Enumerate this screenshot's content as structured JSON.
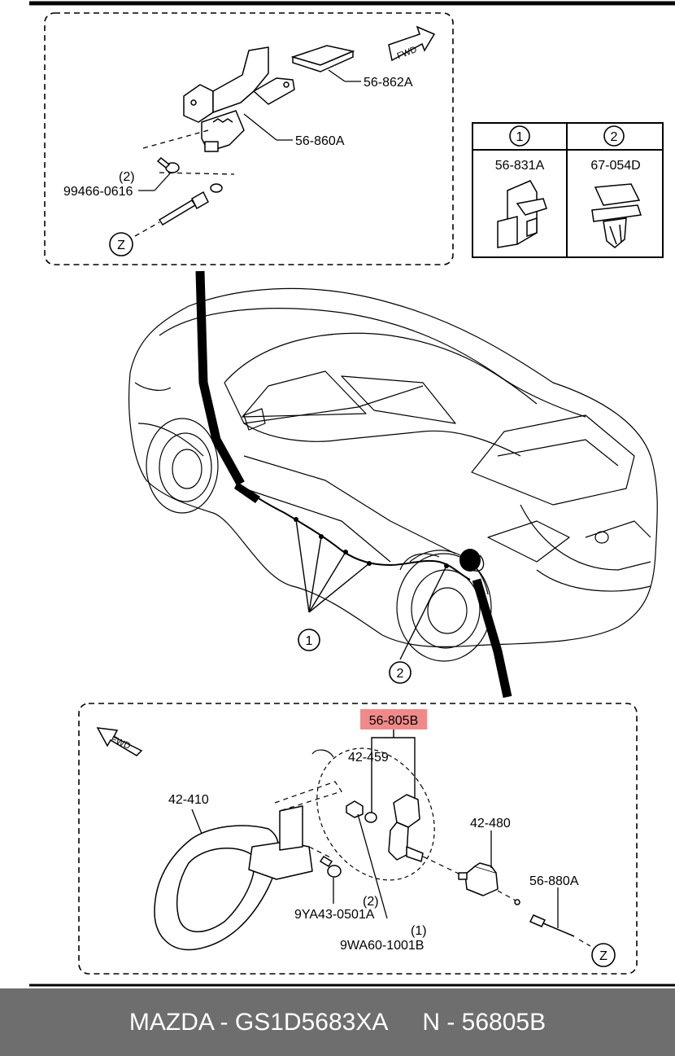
{
  "top_inset": {
    "parts": {
      "p1": "56-862A",
      "p2": "56-860A",
      "p3_qty": "(2)",
      "p3": "99466-0616"
    },
    "fwd": "FWD",
    "z": "Z"
  },
  "clips_table": {
    "col1": {
      "num": "1",
      "part": "56-831A"
    },
    "col2": {
      "num": "2",
      "part": "67-054D"
    }
  },
  "car_callouts": {
    "c1": "1",
    "c2": "2"
  },
  "bottom_inset": {
    "highlight_part": "56-805B",
    "parts": {
      "p1": "42-459",
      "p2": "42-410",
      "p3": "42-480",
      "p4": "56-880A",
      "p5_qty": "(2)",
      "p5": "9YA43-0501A",
      "p6_qty": "(1)",
      "p6": "9WA60-1001B"
    },
    "fwd": "FWD",
    "z": "Z"
  },
  "footer": {
    "left": "MAZDA - GS1D5683XA",
    "right": "N - 56805B"
  }
}
